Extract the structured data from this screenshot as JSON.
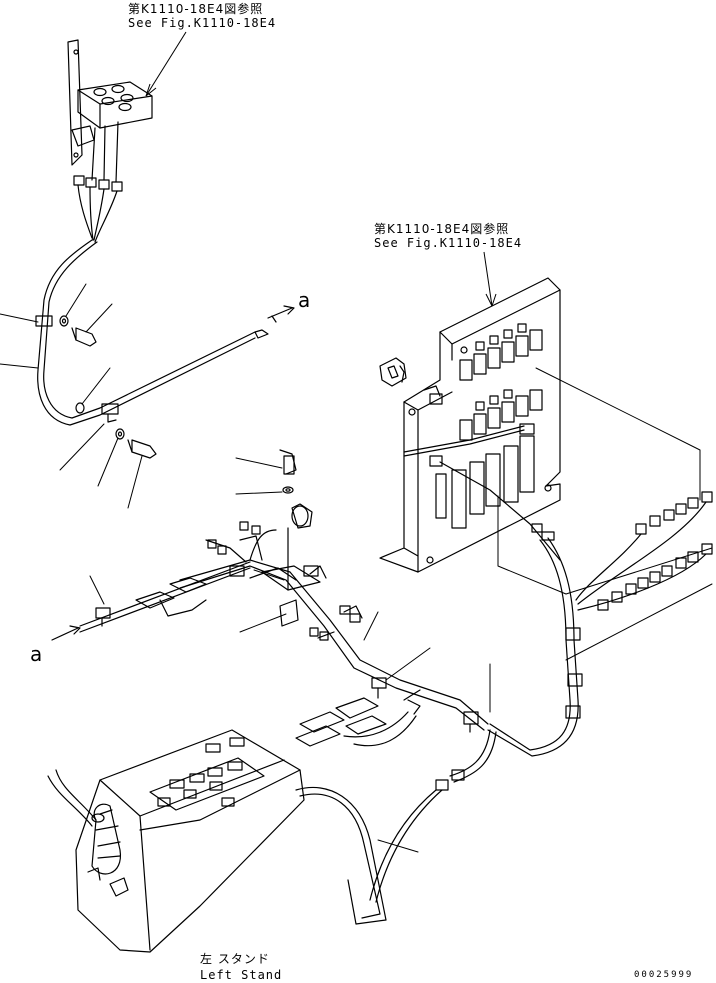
{
  "references": [
    {
      "jp": "第K1110-18E4図参照",
      "en": "See Fig.K1110-18E4"
    },
    {
      "jp": "第K1110-18E4図参照",
      "en": "See Fig.K1110-18E4"
    }
  ],
  "connection_marks": [
    "a",
    "a"
  ],
  "stand_label": {
    "jp": "左 スタンド",
    "en": "Left Stand"
  },
  "part_number": "00025999",
  "colors": {
    "line": "#000000",
    "background": "#ffffff"
  }
}
